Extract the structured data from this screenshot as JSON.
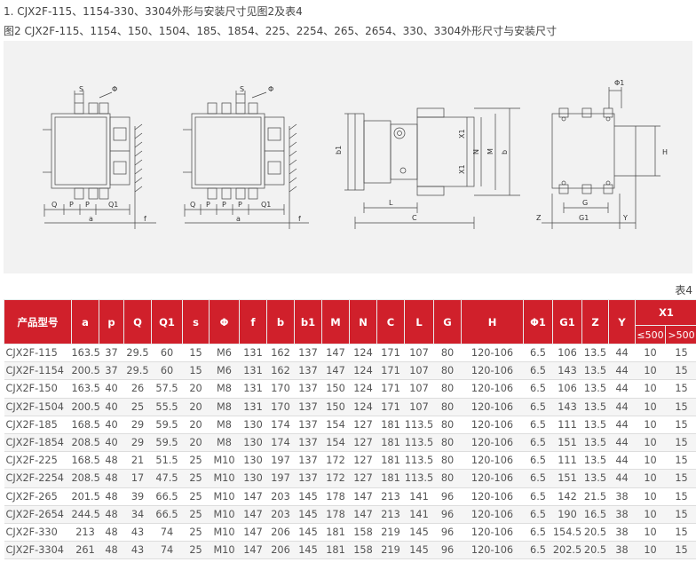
{
  "text": {
    "line1": "1. CJX2F-115、1154-330、3304外形与安装尺寸见图2及表4",
    "line2": "图2 CJX2F-115、1154、150、1504、185、1854、225、2254、265、2654、330、3304外形尺寸与安装尺寸",
    "table_caption": "表4"
  },
  "drawing_labels": {
    "S": "S",
    "Phi": "Φ",
    "Q": "Q",
    "P": "P",
    "Q1": "Q1",
    "a": "a",
    "f": "f",
    "b1": "b1",
    "L": "L",
    "C": "C",
    "X1": "X1",
    "N": "N",
    "M": "M",
    "b": "b",
    "Phi1": "Φ1",
    "H": "H",
    "G": "G",
    "G1": "G1",
    "Z": "Z",
    "Y": "Y"
  },
  "table": {
    "headers": [
      "产品型号",
      "a",
      "p",
      "Q",
      "Q1",
      "s",
      "Φ",
      "f",
      "b",
      "b1",
      "M",
      "N",
      "C",
      "L",
      "G",
      "H",
      "Φ1",
      "G1",
      "Z",
      "Y",
      "X1"
    ],
    "x1_sub": [
      "≤500",
      ">500"
    ],
    "rows": [
      [
        "CJX2F-115",
        "163.5",
        "37",
        "29.5",
        "60",
        "15",
        "M6",
        "131",
        "162",
        "137",
        "147",
        "124",
        "171",
        "107",
        "80",
        "120-106",
        "6.5",
        "106",
        "13.5",
        "44",
        "10",
        "15"
      ],
      [
        "CJX2F-1154",
        "200.5",
        "37",
        "29.5",
        "60",
        "15",
        "M6",
        "131",
        "162",
        "137",
        "147",
        "124",
        "171",
        "107",
        "80",
        "120-106",
        "6.5",
        "143",
        "13.5",
        "44",
        "10",
        "15"
      ],
      [
        "CJX2F-150",
        "163.5",
        "40",
        "26",
        "57.5",
        "20",
        "M8",
        "131",
        "170",
        "137",
        "150",
        "124",
        "171",
        "107",
        "80",
        "120-106",
        "6.5",
        "106",
        "13.5",
        "44",
        "10",
        "15"
      ],
      [
        "CJX2F-1504",
        "200.5",
        "40",
        "25",
        "55.5",
        "20",
        "M8",
        "131",
        "170",
        "137",
        "150",
        "124",
        "171",
        "107",
        "80",
        "120-106",
        "6.5",
        "143",
        "13.5",
        "44",
        "10",
        "15"
      ],
      [
        "CJX2F-185",
        "168.5",
        "40",
        "29",
        "59.5",
        "20",
        "M8",
        "130",
        "174",
        "137",
        "154",
        "127",
        "181",
        "113.5",
        "80",
        "120-106",
        "6.5",
        "111",
        "13.5",
        "44",
        "10",
        "15"
      ],
      [
        "CJX2F-1854",
        "208.5",
        "40",
        "29",
        "59.5",
        "20",
        "M8",
        "130",
        "174",
        "137",
        "154",
        "127",
        "181",
        "113.5",
        "80",
        "120-106",
        "6.5",
        "151",
        "13.5",
        "44",
        "10",
        "15"
      ],
      [
        "CJX2F-225",
        "168.5",
        "48",
        "21",
        "51.5",
        "25",
        "M10",
        "130",
        "197",
        "137",
        "172",
        "127",
        "181",
        "113.5",
        "80",
        "120-106",
        "6.5",
        "111",
        "13.5",
        "44",
        "10",
        "15"
      ],
      [
        "CJX2F-2254",
        "208.5",
        "48",
        "17",
        "47.5",
        "25",
        "M10",
        "130",
        "197",
        "137",
        "172",
        "127",
        "181",
        "113.5",
        "80",
        "120-106",
        "6.5",
        "151",
        "13.5",
        "44",
        "10",
        "15"
      ],
      [
        "CJX2F-265",
        "201.5",
        "48",
        "39",
        "66.5",
        "25",
        "M10",
        "147",
        "203",
        "145",
        "178",
        "147",
        "213",
        "141",
        "96",
        "120-106",
        "6.5",
        "142",
        "21.5",
        "38",
        "10",
        "15"
      ],
      [
        "CJX2F-2654",
        "244.5",
        "48",
        "34",
        "66.5",
        "25",
        "M10",
        "147",
        "203",
        "145",
        "178",
        "147",
        "213",
        "141",
        "96",
        "120-106",
        "6.5",
        "190",
        "16.5",
        "38",
        "10",
        "15"
      ],
      [
        "CJX2F-330",
        "213",
        "48",
        "43",
        "74",
        "25",
        "M10",
        "147",
        "206",
        "145",
        "181",
        "158",
        "219",
        "145",
        "96",
        "120-106",
        "6.5",
        "154.5",
        "20.5",
        "38",
        "10",
        "15"
      ],
      [
        "CJX2F-3304",
        "261",
        "48",
        "43",
        "74",
        "25",
        "M10",
        "147",
        "206",
        "145",
        "181",
        "158",
        "219",
        "145",
        "96",
        "120-106",
        "6.5",
        "202.5",
        "20.5",
        "38",
        "10",
        "15"
      ]
    ]
  }
}
